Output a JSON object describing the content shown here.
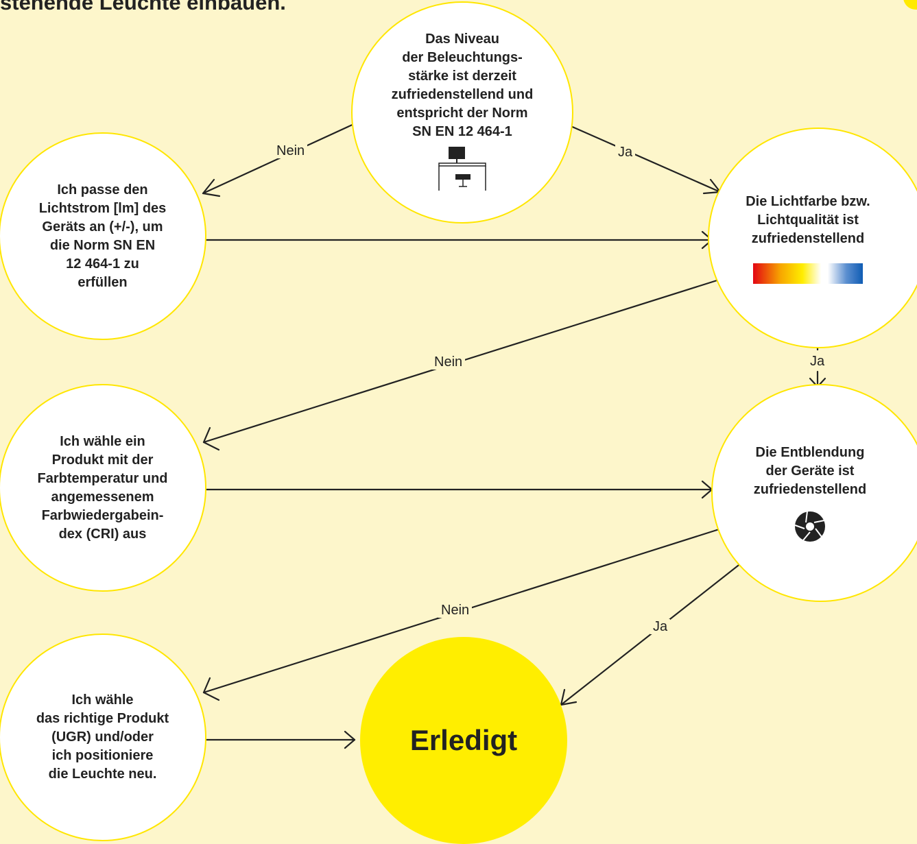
{
  "heading": "stehende Leuchte einbauen.",
  "nodes": {
    "top": "Das Niveau\nder Beleuchtungs-\nstärke ist derzeit\nzufriedenstellend und\nentspricht der Norm\nSN EN 12 464-1",
    "color_quality": "Die Lichtfarbe bzw.\nLichtqualität ist\nzufriedenstellend",
    "glare": "Die Entblendung\nder Geräte ist\nzufriedenstellend",
    "adjust_flux": "Ich passe den\nLichtstrom [lm] des\nGeräts an (+/-), um\ndie Norm SN EN\n12 464-1 zu\nerfüllen",
    "choose_temp": "Ich wähle ein\nProdukt mit der\nFarbtemperatur und\nangemessenem\nFarbwiedergabein-\ndex (CRI) aus",
    "choose_ugr": "Ich wähle\ndas richtige Produkt\n(UGR) und/oder\nich positioniere\ndie Leuchte neu.",
    "done": "Erledigt"
  },
  "edge_labels": {
    "no": "Nein",
    "yes": "Ja"
  },
  "icons": {
    "top": "desk-lamp-icon",
    "color_quality": "color-spectrum-gradient",
    "glare": "aperture-icon"
  },
  "colors": {
    "background": "#fdf6cb",
    "accent": "#ffe600",
    "final_fill": "#ffee00"
  }
}
